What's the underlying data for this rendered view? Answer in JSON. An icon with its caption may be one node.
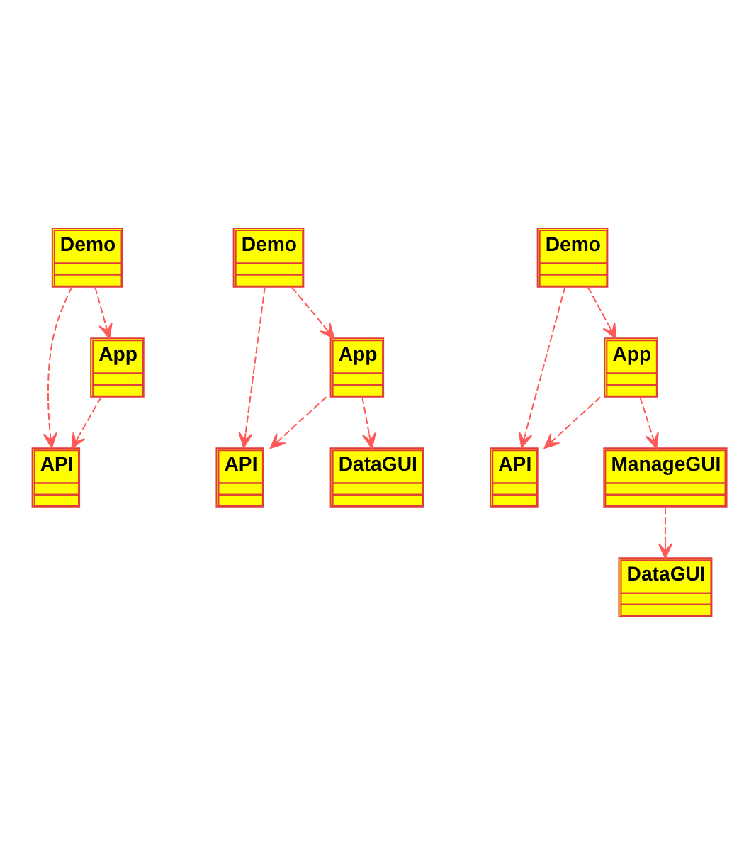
{
  "diagram": {
    "nodes": [
      {
        "text": [
          "Demo"
        ]
      },
      {
        "text": [
          "Demo"
        ]
      },
      {
        "text": [
          "Demo"
        ]
      },
      {
        "text": [
          "API"
        ]
      },
      {
        "text": [
          "API"
        ]
      },
      {
        "text": [
          "API"
        ]
      },
      {
        "text": [
          "App"
        ]
      },
      {
        "text": [
          "App"
        ]
      },
      {
        "text": [
          "App"
        ]
      },
      {
        "text": [
          "ManageGUI"
        ]
      },
      {
        "text": [
          "DataGUI"
        ]
      },
      {
        "text": [
          "DataGUI"
        ]
      }
    ],
    "edges": [
      {
        "from": 0,
        "to": 3,
        "arrow": "to",
        "style": "dashed"
      },
      {
        "from": 0,
        "to": 6,
        "arrow": "to",
        "style": "dashed"
      },
      {
        "from": 6,
        "to": 3,
        "arrow": "to",
        "style": "dashed"
      },
      {
        "from": 1,
        "to": 4,
        "arrow": "to",
        "style": "dashed"
      },
      {
        "from": 1,
        "to": 7,
        "arrow": "to",
        "style": "dashed"
      },
      {
        "from": 7,
        "to": 4,
        "arrow": "to",
        "style": "dashed"
      },
      {
        "from": 7,
        "to": 10,
        "arrow": "to",
        "style": "dashed"
      },
      {
        "from": 2,
        "to": 5,
        "arrow": "to",
        "style": "dashed"
      },
      {
        "from": 2,
        "to": 8,
        "arrow": "to",
        "style": "dashed"
      },
      {
        "from": 8,
        "to": 5,
        "arrow": "to",
        "style": "dashed"
      },
      {
        "from": 8,
        "to": 9,
        "arrow": "to",
        "style": "dashed"
      },
      {
        "from": 9,
        "to": 11,
        "arrow": "to",
        "style": "dashed"
      }
    ]
  }
}
